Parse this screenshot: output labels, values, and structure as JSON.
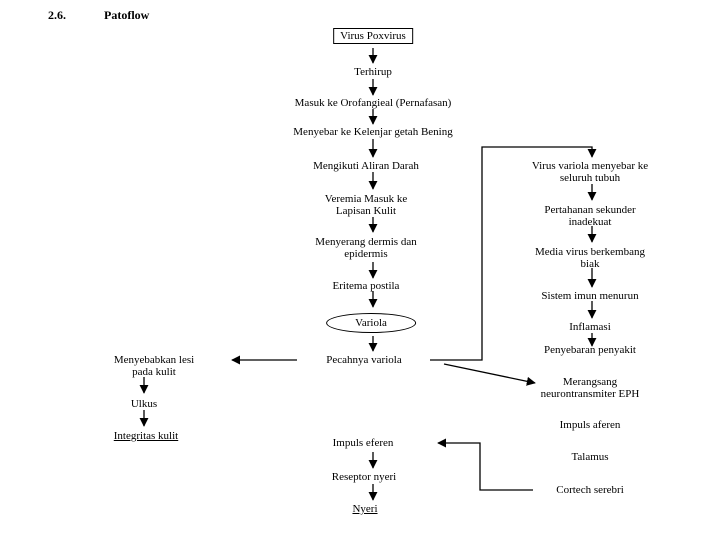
{
  "heading": {
    "number": "2.6.",
    "title": "Patoflow"
  },
  "nodes": {
    "virus": "Virus Poxvirus",
    "terhirup": "Terhirup",
    "masuk": "Masuk ke Orofangieal (Pernafasan)",
    "menyebar_kgb": "Menyebar ke Kelenjar getah Bening",
    "aliran": "Mengikuti Aliran Darah",
    "veremia": "Veremia Masuk ke\nLapisan Kulit",
    "dermis": "Menyerang dermis dan\nepidermis",
    "eritema": "Eritema postila",
    "variola": "Variola",
    "pecahnya": "Pecahnya variola",
    "lesi": "Menyebabkan lesi\npada kulit",
    "ulkus": "Ulkus",
    "integritas": "Integritas kulit",
    "menyebar_tubuh": "Virus variola menyebar ke\nseluruh tubuh",
    "pertahanan": "Pertahanan sekunder\ninadekuat",
    "media": "Media virus berkembang\nbiak",
    "imun": "Sistem imun menurun",
    "inflamasi": "Inflamasi",
    "penyebaran": "Penyebaran penyakit",
    "merangsang": "Merangsang\nneurontransmiter EPH",
    "aferen": "Impuls aferen",
    "talamus": "Talamus",
    "cortech": "Cortech serebri",
    "eferen": "Impuls eferen",
    "reseptor": "Reseptor nyeri",
    "nyeri": "Nyeri"
  }
}
